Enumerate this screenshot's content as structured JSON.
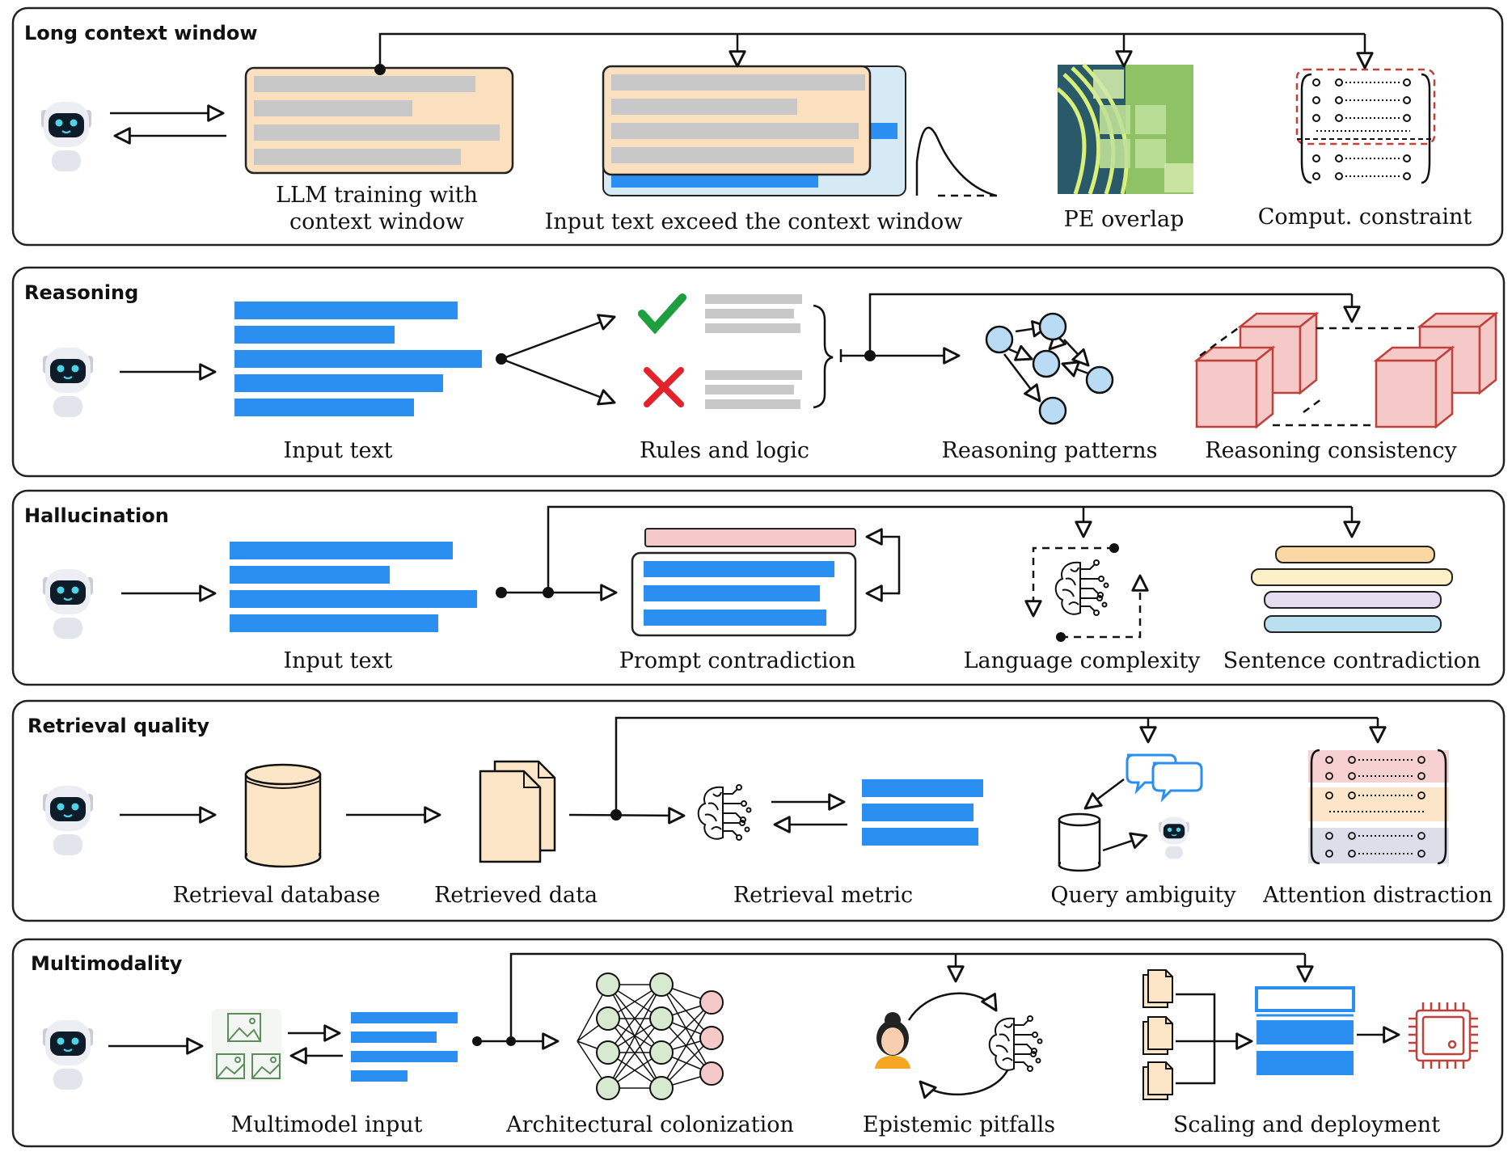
{
  "panels": [
    {
      "title": "Long context window",
      "labels": [
        "LLM training with",
        "context window",
        "Input text exceed the context window",
        "PE overlap",
        "Comput. constraint"
      ]
    },
    {
      "title": "Reasoning",
      "labels": [
        "Input text",
        "Rules and logic",
        "Reasoning patterns",
        "Reasoning consistency"
      ]
    },
    {
      "title": "Hallucination",
      "labels": [
        "Input text",
        "Prompt contradiction",
        "Language complexity",
        "Sentence contradiction"
      ]
    },
    {
      "title": "Retrieval quality",
      "labels": [
        "Retrieval database",
        "Retrieved data",
        "Retrieval metric",
        "Query ambiguity",
        "Attention distraction"
      ]
    },
    {
      "title": "Multimodality",
      "labels": [
        "Multimodel input",
        "Architectural colonization",
        "Epistemic pitfalls",
        "Scaling and deployment"
      ]
    }
  ],
  "colors": {
    "blue": "#2a8ff0",
    "peach": "#fbe0bf",
    "light_blue": "#d6eaf5",
    "pink": "#f6c9c9",
    "green_node": "#d7ead0",
    "check": "#1e9e3e",
    "cross": "#e2232b",
    "chip": "#c0403a"
  }
}
